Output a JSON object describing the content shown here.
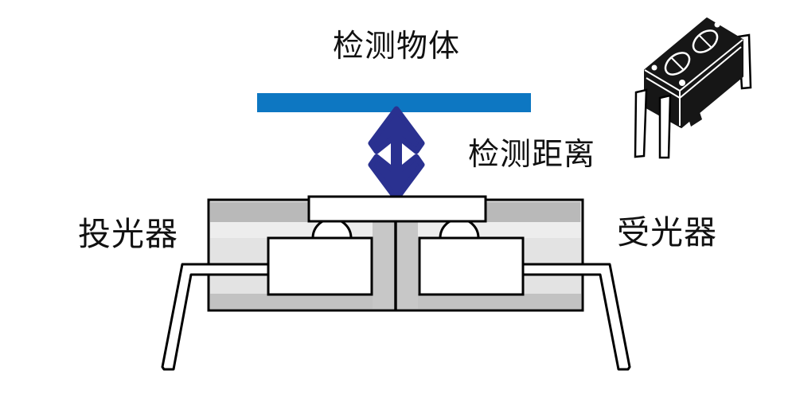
{
  "labels": {
    "title": "检测物体",
    "distance": "检测距离",
    "emitter": "投光器",
    "receiver": "受光器"
  },
  "colors": {
    "object_bar": "#0d77c2",
    "arrow": "#2a3190",
    "white": "#ffffff",
    "body_light": "#e3e3e3",
    "strip_dark": "#b9b9b9",
    "strip_bottom": "#c2c2c2",
    "divider": "#c7c7c7",
    "inner_light": "#ededed",
    "component": "#161616",
    "text": "#111111"
  }
}
